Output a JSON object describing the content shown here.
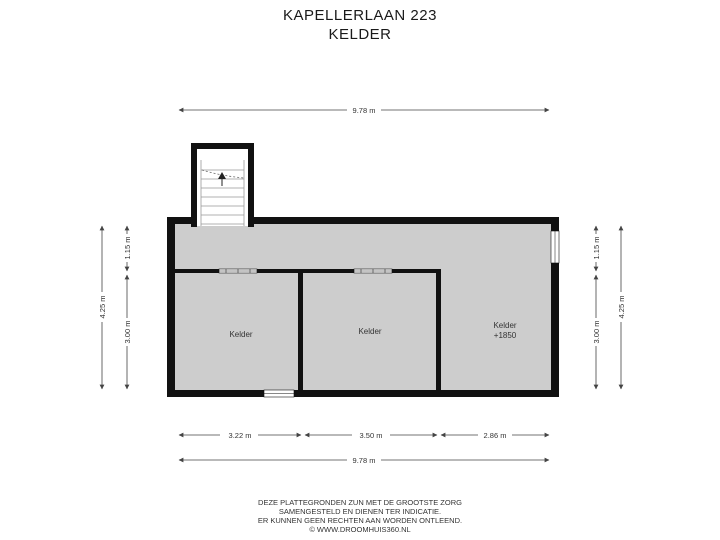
{
  "title": {
    "address": "KAPELLERLAAN 223",
    "floor": "KELDER"
  },
  "dimensions": {
    "top_width": "9.78 m",
    "bottom_total": "9.78 m",
    "bottom_segments": [
      "3.22 m",
      "3.50 m",
      "2.86 m"
    ],
    "left_total": "4.25 m",
    "left_upper": "1.15 m",
    "left_lower": "3.00 m",
    "right_total": "4.25 m",
    "right_upper": "1.15 m",
    "right_lower": "3.00 m"
  },
  "rooms": [
    {
      "name": "Kelder",
      "extra": ""
    },
    {
      "name": "Kelder",
      "extra": ""
    },
    {
      "name": "Kelder",
      "extra": "+1850"
    }
  ],
  "colors": {
    "floor": "#cdcdcd",
    "wall": "#111111",
    "dimension_line": "#444444"
  },
  "disclaimer": [
    "DEZE PLATTEGRONDEN ZUN MET DE GROOTSTE ZORG",
    "SAMENGESTELD EN DIENEN TER INDICATIE.",
    "ER KUNNEN GEEN RECHTEN AAN WORDEN ONTLEEND.",
    "© WWW.DROOMHUIS360.NL"
  ]
}
